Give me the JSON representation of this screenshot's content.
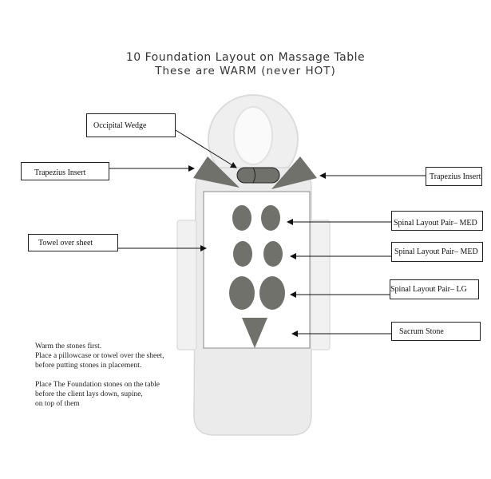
{
  "title": "10 Foundation Layout on Massage Table",
  "subtitle": "These are WARM (never HOT)",
  "labels": {
    "occipital_wedge": "Occipital Wedge",
    "trapezius_left": "Trapezius Insert",
    "trapezius_right": "Trapezius Insert",
    "towel": "Towel over sheet",
    "spinal_med_1": "Spinal Layout Pair– MED",
    "spinal_med_2": "Spinal Layout Pair– MED",
    "spinal_lg": "Spinal Layout Pair– LG",
    "sacrum": "Sacrum Stone"
  },
  "notes": {
    "paragraph1": [
      "Warm the stones first.",
      "Place a pillowcase or towel over the sheet,",
      "before putting stones in placement."
    ],
    "paragraph2": [
      "Place The Foundation stones on the table",
      "before the client lays down, supine,",
      "on top of them"
    ]
  },
  "colors": {
    "stone": "#6f716a",
    "stone_outline": "#555851",
    "table_silhouette": "#e9e9e9",
    "table_edge": "#d6d6d6",
    "towel_border": "#8a8a8a"
  }
}
